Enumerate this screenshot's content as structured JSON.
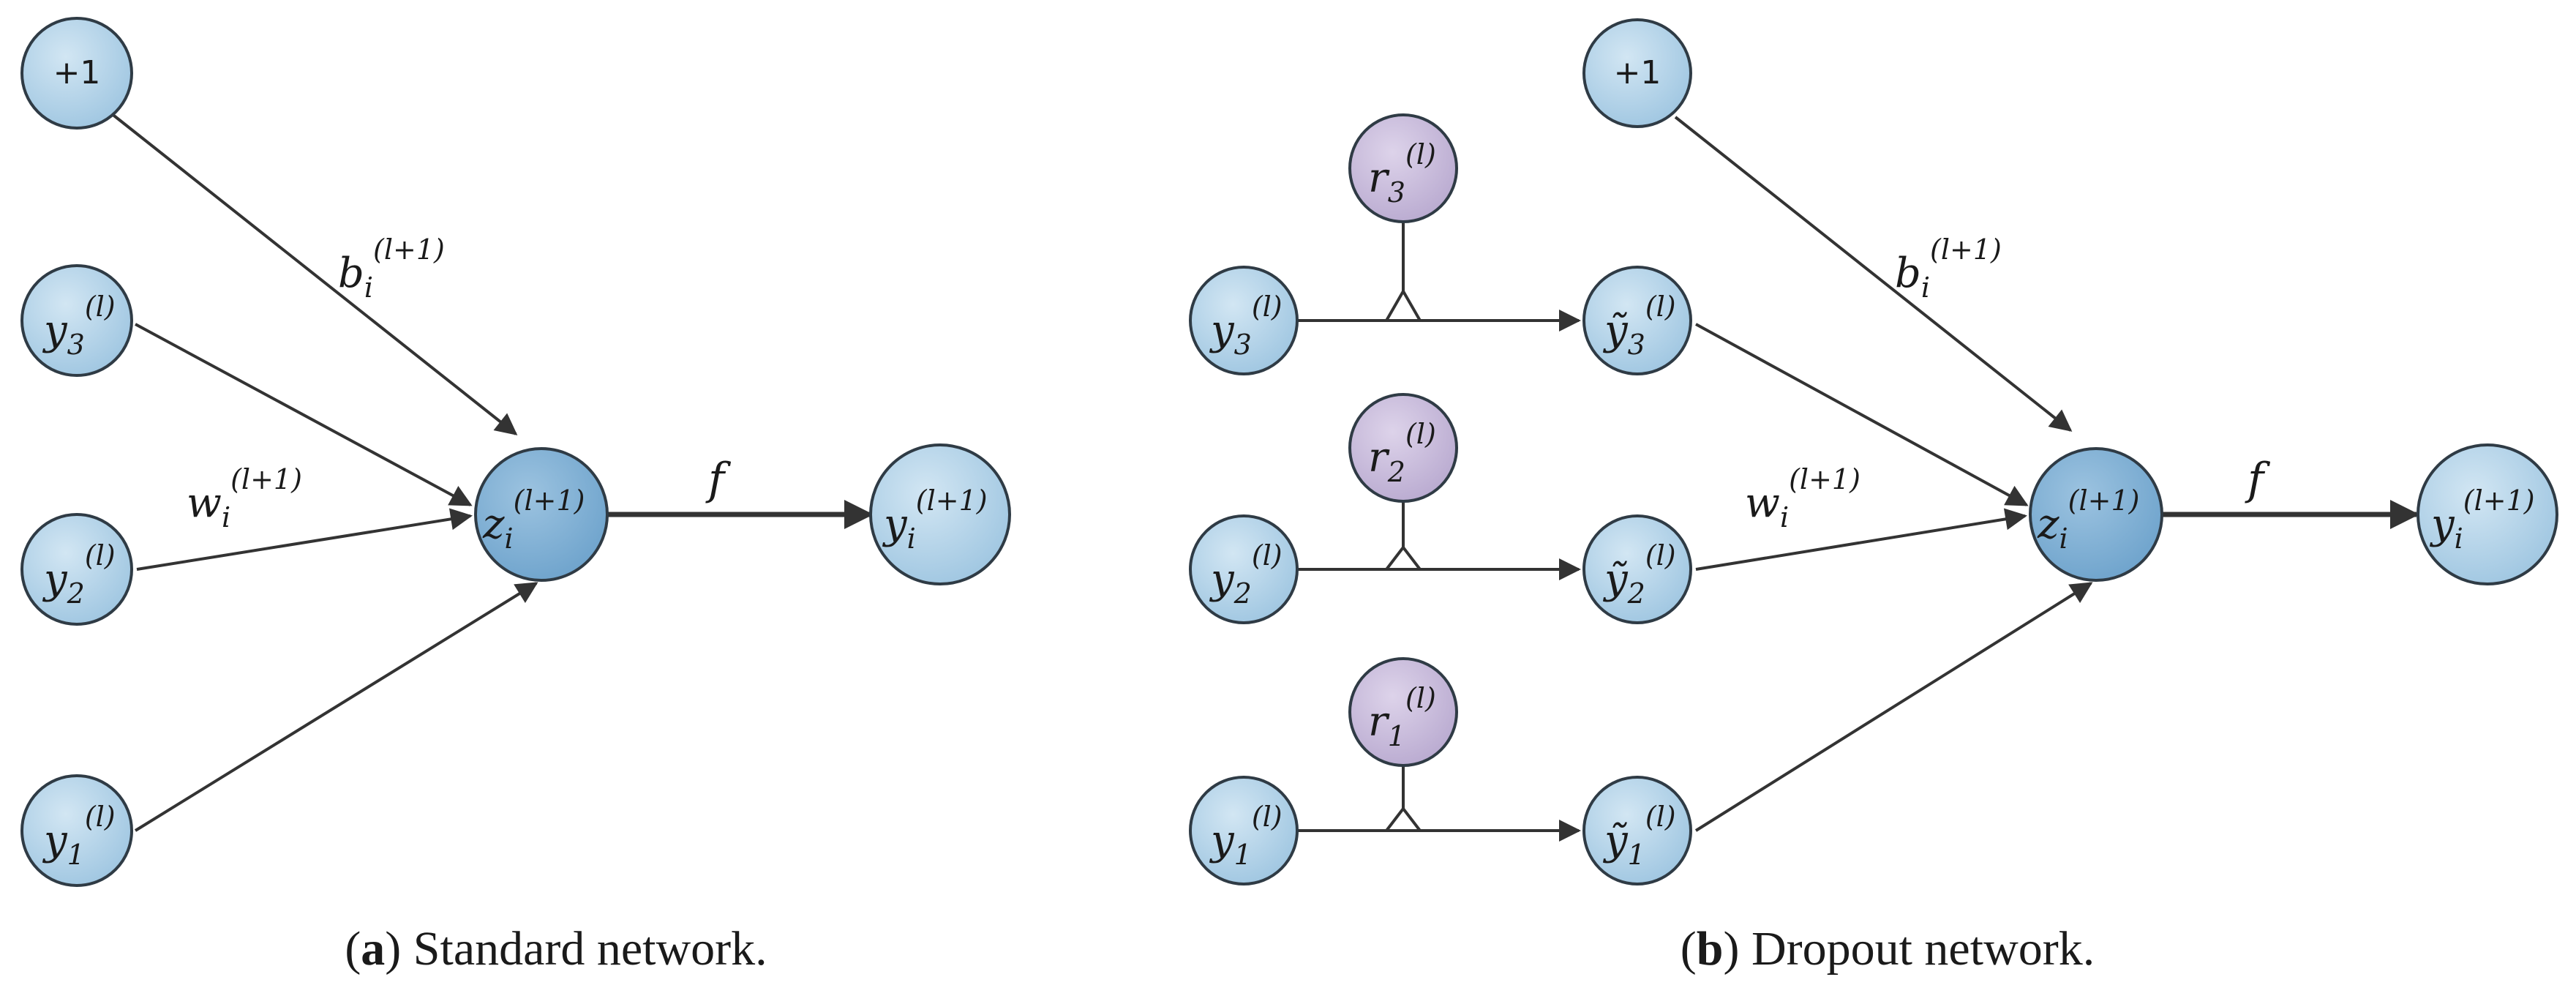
{
  "panel_a": {
    "caption_letter": "a",
    "caption_text": " Standard network.",
    "nodes": {
      "bias": {
        "text": "+1"
      },
      "y3": {
        "base": "y",
        "sub": "3",
        "sup": "(l)"
      },
      "y2": {
        "base": "y",
        "sub": "2",
        "sup": "(l)"
      },
      "y1": {
        "base": "y",
        "sub": "1",
        "sup": "(l)"
      },
      "z": {
        "base": "z",
        "sub": "i",
        "sup": "(l+1)"
      },
      "out": {
        "base": "y",
        "sub": "i",
        "sup": "(l+1)"
      }
    },
    "labels": {
      "bias_weight": {
        "base": "b",
        "sub": "i",
        "sup": "(l+1)"
      },
      "weight": {
        "base": "w",
        "sub": "i",
        "sup": "(l+1)"
      },
      "activation": "f"
    }
  },
  "panel_b": {
    "caption_letter": "b",
    "caption_text": " Dropout network.",
    "nodes": {
      "bias": {
        "text": "+1"
      },
      "r3": {
        "base": "r",
        "sub": "3",
        "sup": "(l)"
      },
      "r2": {
        "base": "r",
        "sub": "2",
        "sup": "(l)"
      },
      "r1": {
        "base": "r",
        "sub": "1",
        "sup": "(l)"
      },
      "y3": {
        "base": "y",
        "sub": "3",
        "sup": "(l)"
      },
      "y2": {
        "base": "y",
        "sub": "2",
        "sup": "(l)"
      },
      "y1": {
        "base": "y",
        "sub": "1",
        "sup": "(l)"
      },
      "yt3": {
        "base": "ỹ",
        "sub": "3",
        "sup": "(l)"
      },
      "yt2": {
        "base": "ỹ",
        "sub": "2",
        "sup": "(l)"
      },
      "yt1": {
        "base": "ỹ",
        "sub": "1",
        "sup": "(l)"
      },
      "z": {
        "base": "z",
        "sub": "i",
        "sup": "(l+1)"
      },
      "out": {
        "base": "y",
        "sub": "i",
        "sup": "(l+1)"
      }
    },
    "labels": {
      "bias_weight": {
        "base": "b",
        "sub": "i",
        "sup": "(l+1)"
      },
      "weight": {
        "base": "w",
        "sub": "i",
        "sup": "(l+1)"
      },
      "activation": "f"
    }
  },
  "colors": {
    "node_light": "#b9d7ea",
    "node_dark": "#7fb1d6",
    "node_purple": "#cbbfdc",
    "edge": "#333333",
    "outline": "#2f3b45"
  }
}
